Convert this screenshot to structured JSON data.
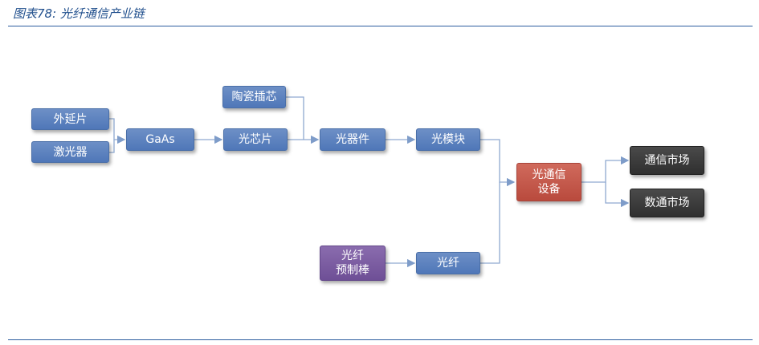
{
  "caption": "图表78:  光纤通信产业链",
  "colors": {
    "accent": "#2d5d9f",
    "blue": "#5a7fbd",
    "purple": "#7a5ca0",
    "red": "#c0574a",
    "dark": "#3a3a3a"
  },
  "nodes": {
    "waiyanpian": "外延片",
    "jiguangqi": "激光器",
    "gaas": "GaAs",
    "taocichaxin": "陶瓷插芯",
    "guangxinpian": "光芯片",
    "guangqijian": "光器件",
    "guangmokuai": "光模块",
    "guangtongxin_shebei": "光通信\n设备",
    "tongxin_shichang": "通信市场",
    "shuju_shichang": "数通市场",
    "guangxian_yuzhibang": "光纤\n预制棒",
    "guangxian": "光纤"
  }
}
